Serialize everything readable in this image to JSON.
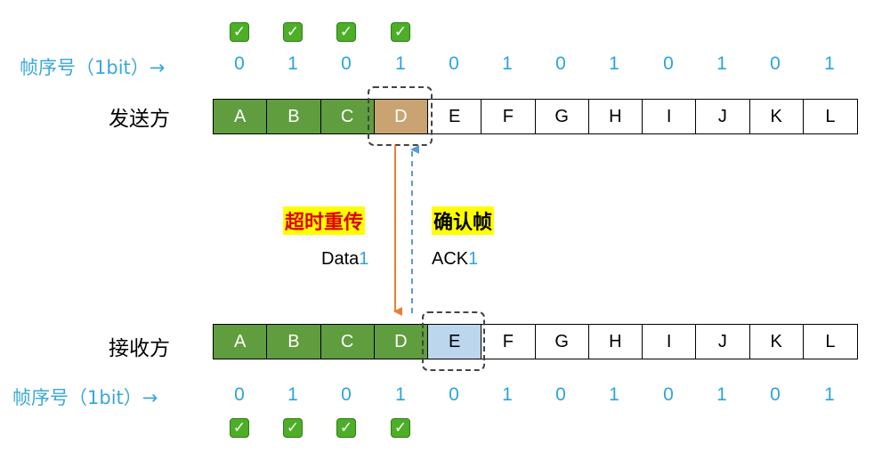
{
  "sender": {
    "label": "发送方",
    "seq_label": "帧序号（1bit）→",
    "seq_numbers": [
      "0",
      "1",
      "0",
      "1",
      "0",
      "1",
      "0",
      "1",
      "0",
      "1",
      "0",
      "1"
    ],
    "frames": [
      "A",
      "B",
      "C",
      "D",
      "E",
      "F",
      "G",
      "H",
      "I",
      "J",
      "K",
      "L"
    ],
    "acked_count": 4
  },
  "receiver": {
    "label": "接收方",
    "seq_label": "帧序号（1bit）→",
    "seq_numbers": [
      "0",
      "1",
      "0",
      "1",
      "0",
      "1",
      "0",
      "1",
      "0",
      "1",
      "0",
      "1"
    ],
    "frames": [
      "A",
      "B",
      "C",
      "D",
      "E",
      "F",
      "G",
      "H",
      "I",
      "J",
      "K",
      "L"
    ],
    "received_count": 4
  },
  "check_glyph": "✓",
  "timeout_tag": "超时重传",
  "ack_tag": "确认帧",
  "data_msg": {
    "prefix": "Data",
    "num": "1"
  },
  "ack_msg": {
    "prefix": "ACK",
    "num": "1"
  },
  "colors": {
    "acked": "#5f9d3e",
    "timeout_frame": "#c9a372",
    "receiver_next": "#bcd6ee",
    "seq_text": "#2aa5dd",
    "timeout_tag_text": "#e00000",
    "arrow_data": "#ed7d31",
    "arrow_ack": "#5b9bd5",
    "highlight": "#ffff00"
  }
}
